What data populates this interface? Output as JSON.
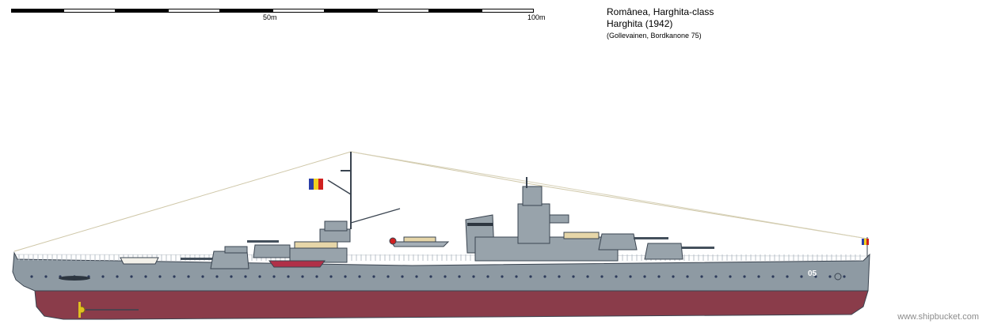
{
  "scale": {
    "label_50": "50m",
    "label_100": "100m",
    "dark_color": "#000000",
    "light_color": "#ffffff"
  },
  "title": {
    "line1": "Românea, Harghita-class",
    "line2": "Harghita (1942)",
    "line3": "(Gollevainen, Bordkanone 75)"
  },
  "ship": {
    "hull_number": "05",
    "hull_color": "#8e9aa3",
    "superstructure_color": "#98a3ab",
    "deck_color": "#d8dce0",
    "waterline_color": "#8a3c4a",
    "outline_color": "#3a4450",
    "wood_color": "#e6d6a8",
    "flag_colors": [
      "#2b3ea8",
      "#f0d020",
      "#d02020"
    ]
  },
  "watermark": "www.shipbucket.com"
}
